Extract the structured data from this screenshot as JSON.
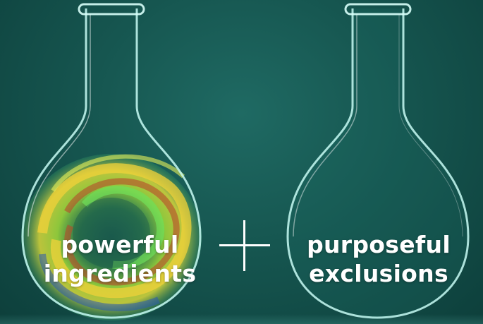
{
  "left_flask": {
    "line1": "powerful",
    "line2": "ingredients",
    "contents": "swirling multicolor liquid"
  },
  "right_flask": {
    "line1": "purposeful",
    "line2": "exclusions"
  },
  "operator_symbol": "plus-sign",
  "colors": {
    "background": "#165650",
    "glass": "#bff6ef",
    "text": "#ffffff"
  }
}
